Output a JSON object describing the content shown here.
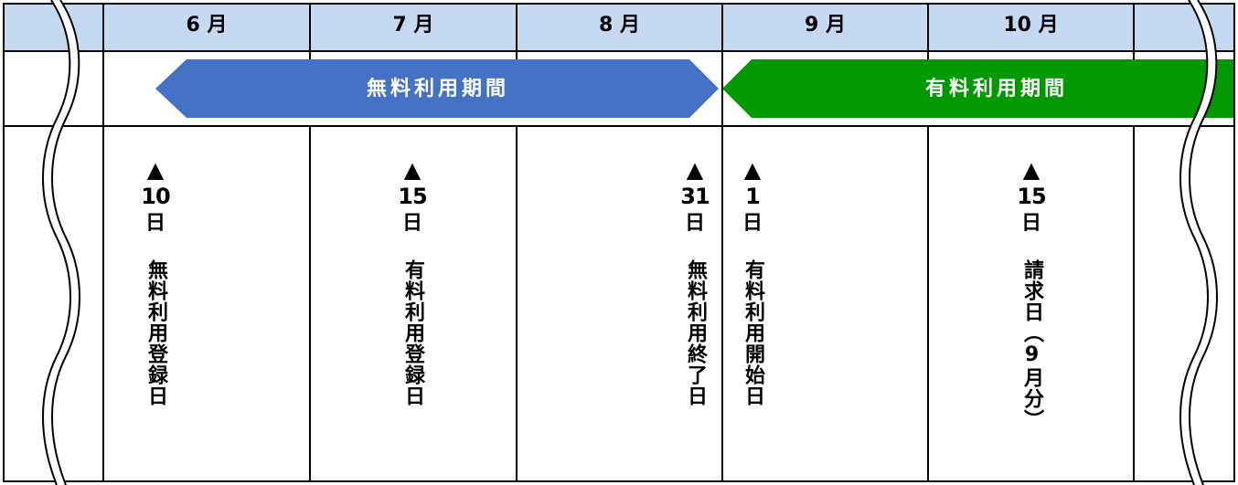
{
  "colors": {
    "header_fill": "#c5d9f1",
    "free_period": "#4472c4",
    "paid_period": "#009900",
    "grid_line": "#000000"
  },
  "months": [
    "6 月",
    "7 月",
    "8 月",
    "9 月",
    "10 月"
  ],
  "periods": {
    "free": "無料利用期間",
    "paid": "有料利用期間"
  },
  "events": [
    {
      "marker": "▲",
      "day": "10",
      "unit": "日",
      "text": "無料利用登録日"
    },
    {
      "marker": "▲",
      "day": "15",
      "unit": "日",
      "text": "有料利用登録日"
    },
    {
      "marker": "▲",
      "day": "31",
      "unit": "日",
      "text": "無料利用終了日"
    },
    {
      "marker": "▲",
      "day": "1",
      "unit": "日",
      "text": "有料利用開始日"
    },
    {
      "marker": "▲",
      "day": "15",
      "unit": "日",
      "text": "請求日（9月分）"
    }
  ]
}
